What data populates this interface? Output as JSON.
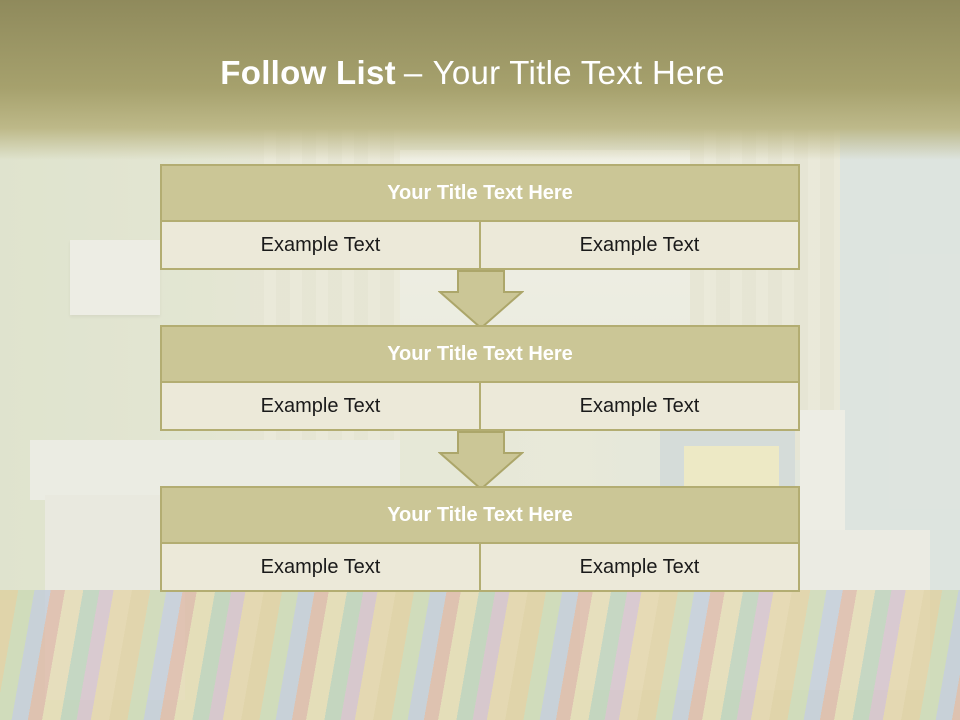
{
  "slide": {
    "title_bold": "Follow List",
    "title_separator": "–",
    "title_rest": "Your Title Text Here"
  },
  "steps": [
    {
      "title": "Your Title Text Here",
      "left": "Example Text",
      "right": "Example Text"
    },
    {
      "title": "Your Title Text Here",
      "left": "Example Text",
      "right": "Example Text"
    },
    {
      "title": "Your Title Text Here",
      "left": "Example Text",
      "right": "Example Text"
    }
  ],
  "colors": {
    "header": "#a6a16d",
    "block_head": "#cbc696",
    "block_border": "#b3ad72",
    "cell_bg": "#ece9d9"
  },
  "icons": {
    "connector": "arrow-down-icon",
    "background": "bedroom-background"
  }
}
